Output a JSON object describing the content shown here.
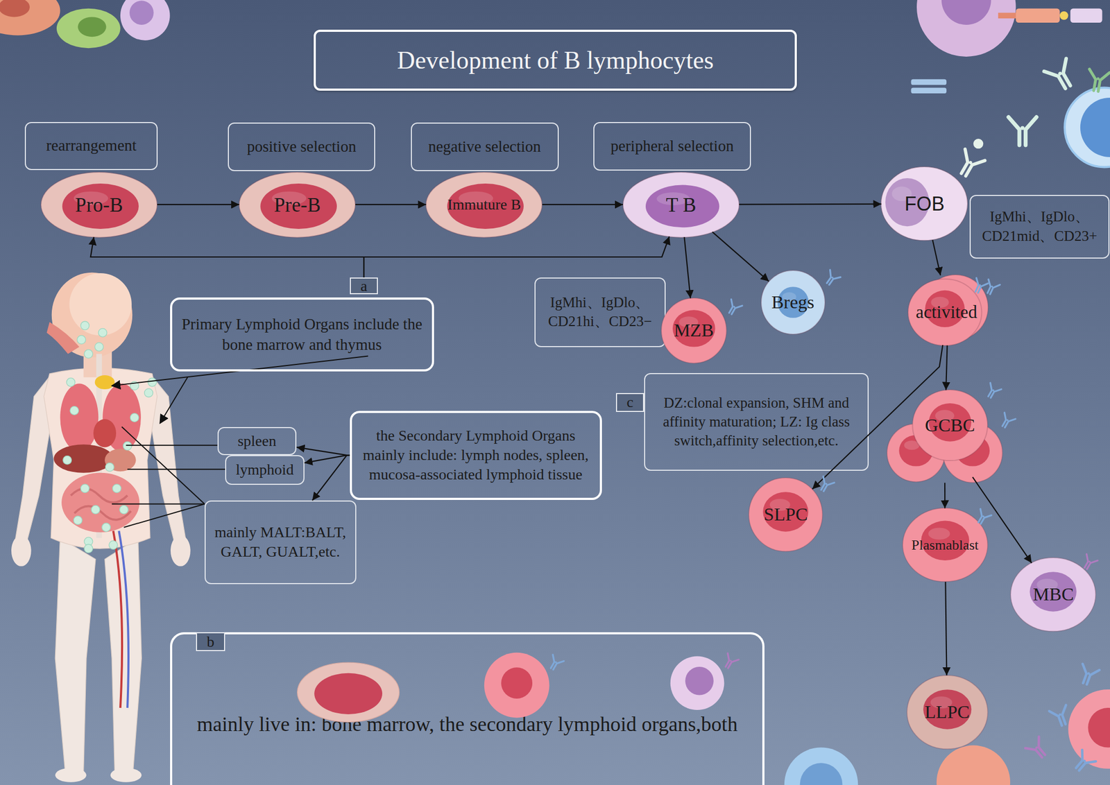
{
  "diagram": {
    "title": "Development of B lymphocytes",
    "nodes": [
      {
        "text": [
          "rearrangement"
        ]
      },
      {
        "text": [
          "positive selection"
        ]
      },
      {
        "text": [
          "negative selection"
        ]
      },
      {
        "text": [
          "peripheral selection"
        ]
      },
      {
        "text": [
          "Pro-B"
        ]
      },
      {
        "text": [
          "Pre-B"
        ]
      },
      {
        "text": [
          "Immuture B"
        ]
      },
      {
        "text": [
          "T B"
        ]
      },
      {
        "text": [
          "FOB"
        ]
      },
      {
        "text": [
          "IgMhi、IgDlo、CD21mid、CD23+"
        ]
      },
      {
        "text": [
          "a"
        ]
      },
      {
        "text": [
          "Primary Lymphoid Organs include the bone marrow and thymus"
        ]
      },
      {
        "text": [
          "IgMhi、IgDlo、CD21hi、CD23−"
        ]
      },
      {
        "text": [
          "MZB"
        ]
      },
      {
        "text": [
          "Bregs"
        ]
      },
      {
        "text": [
          "activited"
        ]
      },
      {
        "text": [
          "c"
        ]
      },
      {
        "text": [
          "DZ:clonal expansion, SHM and affinity maturation; LZ: Ig class switch,affinity selection,etc."
        ]
      },
      {
        "text": [
          "spleen"
        ]
      },
      {
        "text": [
          "lymphoid"
        ]
      },
      {
        "text": [
          "the Secondary Lymphoid Organs mainly include: lymph nodes, spleen, mucosa-associated lymphoid tissue"
        ]
      },
      {
        "text": [
          "GCBC"
        ]
      },
      {
        "text": [
          "mainly MALT:BALT, GALT, GUALT,etc."
        ]
      },
      {
        "text": [
          "SLPC"
        ]
      },
      {
        "text": [
          "Plasmablast"
        ]
      },
      {
        "text": [
          "MBC"
        ]
      },
      {
        "text": [
          "mainly live in: bone marrow, the secondary lymphoid organs,both"
        ]
      },
      {
        "text": [
          "b"
        ],
        "in": 26
      },
      {
        "text": [
          "LLPC"
        ]
      }
    ],
    "edges": [
      {
        "from": 4,
        "to": 5,
        "arrow": "to"
      },
      {
        "from": 5,
        "to": 6,
        "arrow": "to"
      },
      {
        "from": 6,
        "to": 7,
        "arrow": "to"
      },
      {
        "from": 7,
        "to": 8,
        "arrow": "to"
      },
      {
        "from": 10,
        "to": 4,
        "arrow": "to"
      },
      {
        "from": 10,
        "to": 7,
        "arrow": "to"
      },
      {
        "from": 7,
        "to": 13,
        "arrow": "to"
      },
      {
        "from": 7,
        "to": 14,
        "arrow": "to"
      },
      {
        "from": 8,
        "to": 15,
        "arrow": "to"
      },
      {
        "from": 15,
        "to": 21,
        "arrow": "to"
      },
      {
        "from": 15,
        "to": 23,
        "arrow": "to"
      },
      {
        "from": 21,
        "to": 24,
        "arrow": "to"
      },
      {
        "from": 21,
        "to": 25,
        "arrow": "to"
      },
      {
        "from": 24,
        "to": 28,
        "arrow": "to"
      },
      {
        "from": 20,
        "to": 18,
        "arrow": "to"
      },
      {
        "from": 20,
        "to": 19,
        "arrow": "to"
      },
      {
        "from": 20,
        "to": 22,
        "arrow": "to"
      }
    ]
  }
}
